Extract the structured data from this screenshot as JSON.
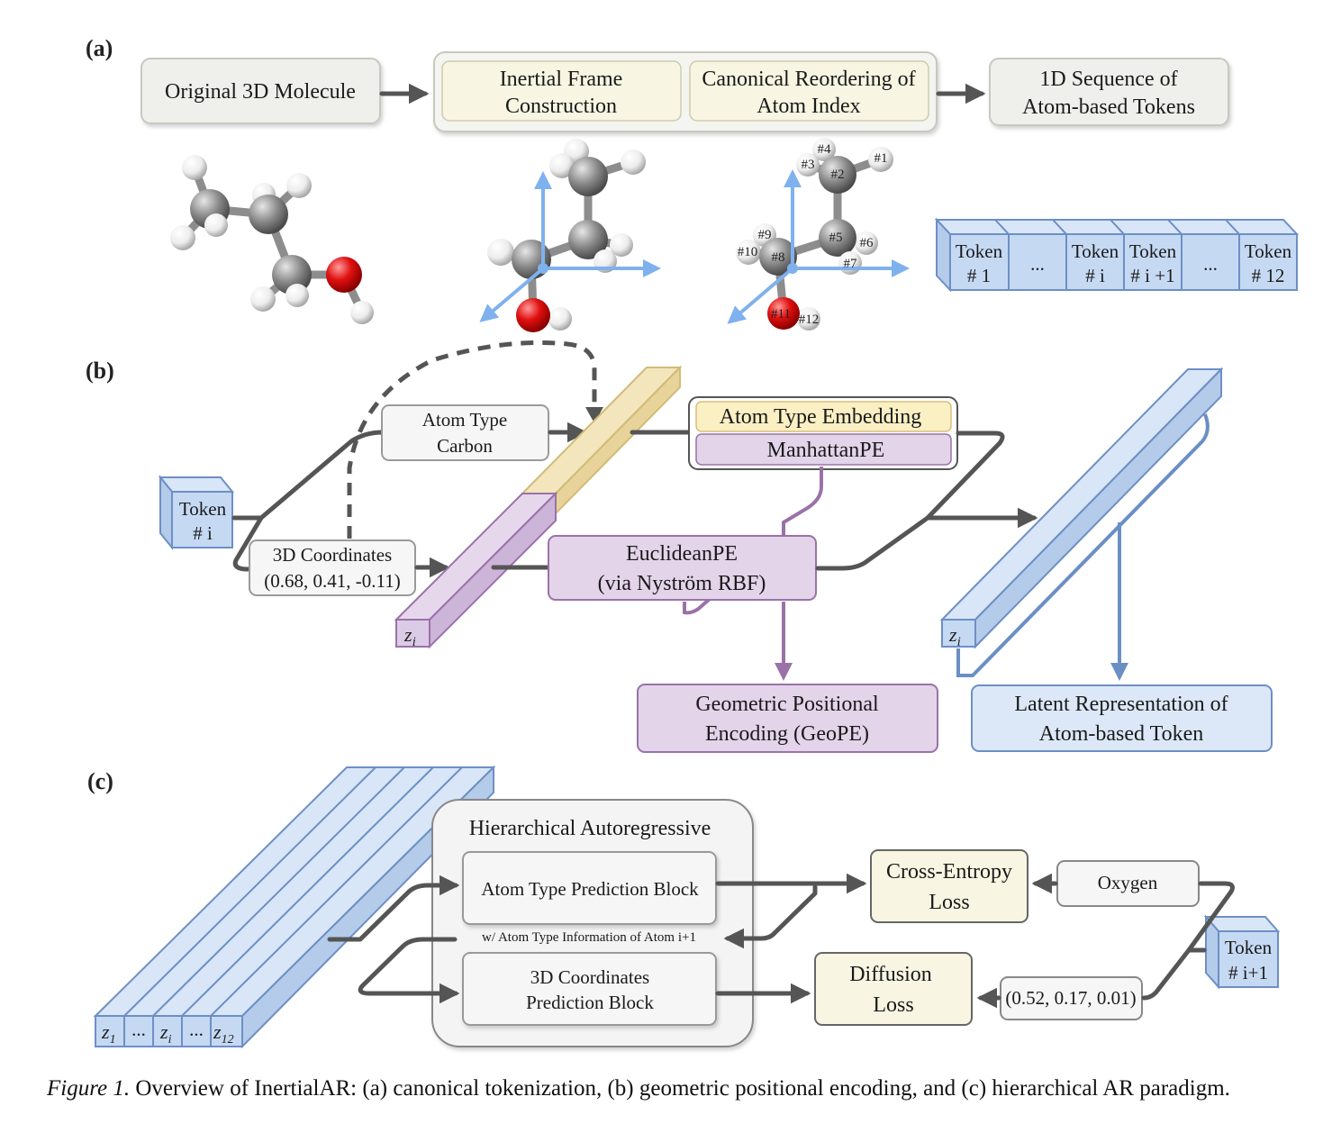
{
  "sections": {
    "a": "(a)",
    "b": "(b)",
    "c": "(c)"
  },
  "part_a": {
    "original": "Original 3D Molecule",
    "inertial_1": "Inertial Frame",
    "inertial_2": "Construction",
    "canonical_1": "Canonical Reordering of",
    "canonical_2": "Atom Index",
    "seq_1": "1D Sequence of",
    "seq_2": "Atom-based Tokens",
    "atom_labels": [
      "#1",
      "#2",
      "#3",
      "#4",
      "#5",
      "#6",
      "#7",
      "#8",
      "#9",
      "#10",
      "#11",
      "#12"
    ],
    "tokens": [
      {
        "l1": "Token",
        "l2": "# 1"
      },
      {
        "l1": "...",
        "l2": ""
      },
      {
        "l1": "Token",
        "l2": "# i"
      },
      {
        "l1": "Token",
        "l2": "# i +1"
      },
      {
        "l1": "...",
        "l2": ""
      },
      {
        "l1": "Token",
        "l2": "# 12"
      }
    ]
  },
  "part_b": {
    "token_1": "Token",
    "token_2": "# i",
    "atom_type_1": "Atom Type",
    "atom_type_2": "Carbon",
    "coords_1": "3D Coordinates",
    "coords_2": "(0.68, 0.41, -0.11)",
    "z_label": "z",
    "z_sub": "i",
    "embed": "Atom Type Embedding",
    "manhattan": "ManhattanPE",
    "euclid_1": "EuclideanPE",
    "euclid_2": "(via Nyström RBF)",
    "geope_1": "Geometric Positional",
    "geope_2": "Encoding (GeoPE)",
    "latent_1": "Latent Representation of",
    "latent_2": "Atom-based Token"
  },
  "part_c": {
    "hier": "Hierarchical Autoregressive",
    "atom_block": "Atom Type Prediction Block",
    "info": "w/ Atom Type Information of Atom i+1",
    "coord_1": "3D Coordinates",
    "coord_2": "Prediction Block",
    "ce_1": "Cross-Entropy",
    "ce_2": "Loss",
    "diff_1": "Diffusion",
    "diff_2": "Loss",
    "oxygen": "Oxygen",
    "coords_next": "(0.52, 0.17, 0.01)",
    "token_1": "Token",
    "token_2": "# i+1",
    "z_cells": [
      {
        "base": "z",
        "sub": "1"
      },
      {
        "base": "...",
        "sub": ""
      },
      {
        "base": "z",
        "sub": "i"
      },
      {
        "base": "...",
        "sub": ""
      },
      {
        "base": "z",
        "sub": "12"
      }
    ]
  },
  "caption": {
    "prefix": "Figure 1.",
    "text": " Overview of InertialAR: (a) canonical tokenization, (b) geometric positional encoding, and (c) hierarchical AR paradigm."
  },
  "colors": {
    "box_gray": "#efefeb",
    "box_cream": "#f8f5e2",
    "box_purple": "#e3d4ea",
    "box_blue": "#dce8f8",
    "token_blue": "#c5d9f3",
    "carbon": "#7d7d7d",
    "oxygen": "#e01010",
    "hydrogen": "#f2f2f2",
    "axis": "#7fb1ee"
  }
}
